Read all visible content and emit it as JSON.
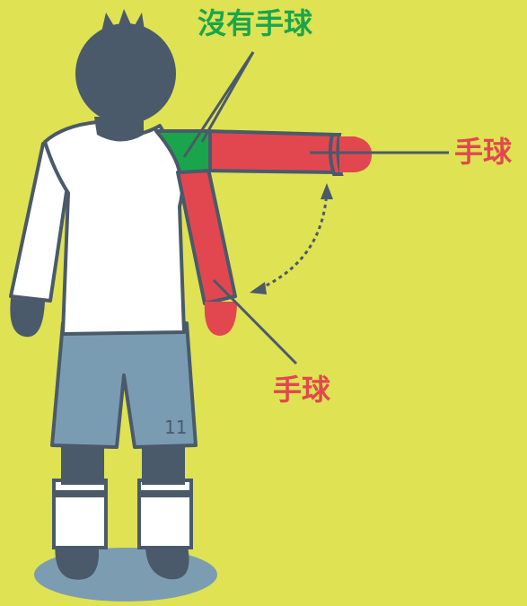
{
  "labels": {
    "no_handball": "沒有手球",
    "handball_top": "手球",
    "handball_bottom": "手球"
  },
  "player": {
    "shirt_number": "11"
  },
  "colors": {
    "background": "#dfe253",
    "no_handball": "#1aa54d",
    "handball": "#e2474f",
    "outline": "#4a5a6b",
    "shorts": "#7a9cb3",
    "shadow": "#7c9db1"
  }
}
